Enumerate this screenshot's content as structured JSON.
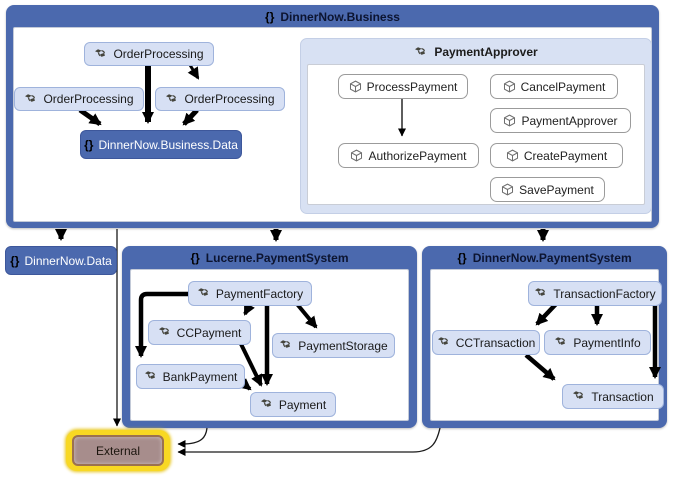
{
  "icons": {
    "namespace": "{}"
  },
  "colors": {
    "container_blue": "#4b69ae",
    "node_light_blue": "#d7e0f4",
    "group_lavender": "#d8e1f3",
    "external_glow_yellow": "#f8d823",
    "external_fill_mauve": "#a78d8c"
  },
  "business": {
    "title": "DinnerNow.Business",
    "order_processing_1": "OrderProcessing",
    "order_processing_2": "OrderProcessing",
    "order_processing_3": "OrderProcessing",
    "business_data": "DinnerNow.Business.Data",
    "payment_approver": {
      "title": "PaymentApprover",
      "process_payment": "ProcessPayment",
      "cancel_payment": "CancelPayment",
      "payment_approver": "PaymentApprover",
      "authorize_payment": "AuthorizePayment",
      "create_payment": "CreatePayment",
      "save_payment": "SavePayment"
    }
  },
  "dinnernow_data": {
    "title": "DinnerNow.Data"
  },
  "lucerne": {
    "title": "Lucerne.PaymentSystem",
    "payment_factory": "PaymentFactory",
    "cc_payment": "CCPayment",
    "payment_storage": "PaymentStorage",
    "bank_payment": "BankPayment",
    "payment": "Payment"
  },
  "dinnernow_payment_system": {
    "title": "DinnerNow.PaymentSystem",
    "transaction_factory": "TransactionFactory",
    "cc_transaction": "CCTransaction",
    "payment_info": "PaymentInfo",
    "transaction": "Transaction"
  },
  "external": {
    "label": "External"
  }
}
